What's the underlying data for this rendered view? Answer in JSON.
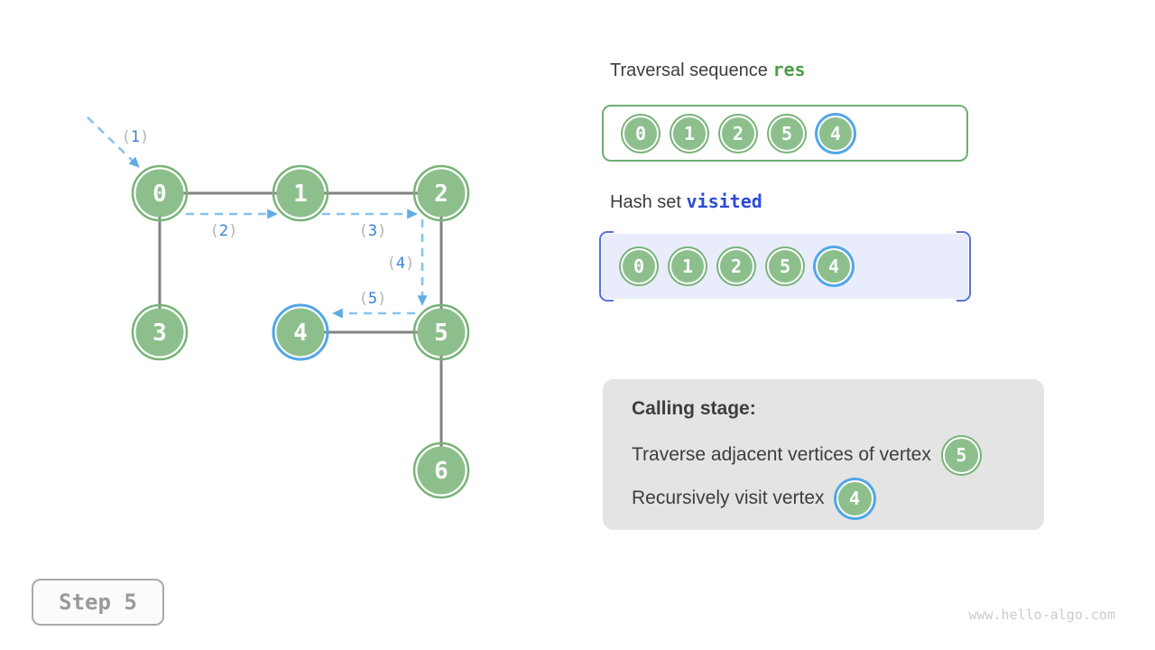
{
  "graph": {
    "paren_open": "(",
    "paren_close": ")",
    "nodes": [
      {
        "label": "0"
      },
      {
        "label": "1"
      },
      {
        "label": "2"
      },
      {
        "label": "3"
      },
      {
        "label": "4"
      },
      {
        "label": "5"
      },
      {
        "label": "6"
      }
    ],
    "edges": [
      "0-1",
      "1-2",
      "0-3",
      "2-5",
      "4-5",
      "5-6"
    ],
    "arrow_labels": [
      {
        "num": "1"
      },
      {
        "num": "2"
      },
      {
        "num": "3"
      },
      {
        "num": "4"
      },
      {
        "num": "5"
      }
    ],
    "highlighted_node": "4"
  },
  "panels": {
    "traversal": {
      "title": "Traversal sequence",
      "code": "res",
      "items": [
        "0",
        "1",
        "2",
        "5",
        "4"
      ],
      "highlighted_item": "4"
    },
    "visited": {
      "title": "Hash set",
      "code": "visited",
      "items": [
        "0",
        "1",
        "2",
        "5",
        "4"
      ],
      "highlighted_item": "4"
    },
    "calling": {
      "title": "Calling stage:",
      "line1_text": "Traverse adjacent vertices of vertex",
      "line1_node": "5",
      "line2_text": "Recursively visit vertex",
      "line2_node": "4"
    }
  },
  "footer": {
    "step_label": "Step 5",
    "watermark": "www.hello-algo.com"
  },
  "colors": {
    "node_fill": "#8dbf8d",
    "node_ring": "#77b377",
    "highlight_ring": "#52a6e8",
    "edge_gray": "#828282",
    "arrow_blue": "#85c3ee",
    "arrow_head_blue": "#5fabe5",
    "label_number_blue": "#3b82d4",
    "label_paren_gray": "#b3b3b3",
    "res_green": "#4a9d4a",
    "visited_blue": "#2c4bd8",
    "visited_bg": "#e9edfb",
    "visited_bracket": "#5871d8",
    "calling_bg": "#e4e4e4",
    "text_dark": "#3d3d3d"
  }
}
